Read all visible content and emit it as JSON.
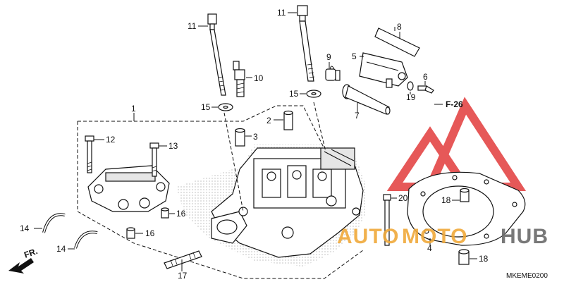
{
  "diagram": {
    "part_labels": {
      "p1": "1",
      "p2": "2",
      "p3": "3",
      "p4": "4",
      "p5": "5",
      "p6": "6",
      "p7": "7",
      "p8": "8",
      "p9": "9",
      "p10": "10",
      "p11a": "11",
      "p11b": "11",
      "p12": "12",
      "p13": "13",
      "p14a": "14",
      "p14b": "14",
      "p15a": "15",
      "p15b": "15",
      "p16a": "16",
      "p16b": "16",
      "p17": "17",
      "p18a": "18",
      "p18b": "18",
      "p19": "19",
      "p20": "20"
    },
    "ref_label": "F-26",
    "front_label": "FR.",
    "diagram_code": "MKEME0200"
  },
  "watermark": {
    "text_a": "AUTO",
    "text_b": "MOTO",
    "text_c": "HUB",
    "color_red": "#e23b3b",
    "color_orange": "#f0a93a",
    "color_gray": "#6a6a6a"
  }
}
